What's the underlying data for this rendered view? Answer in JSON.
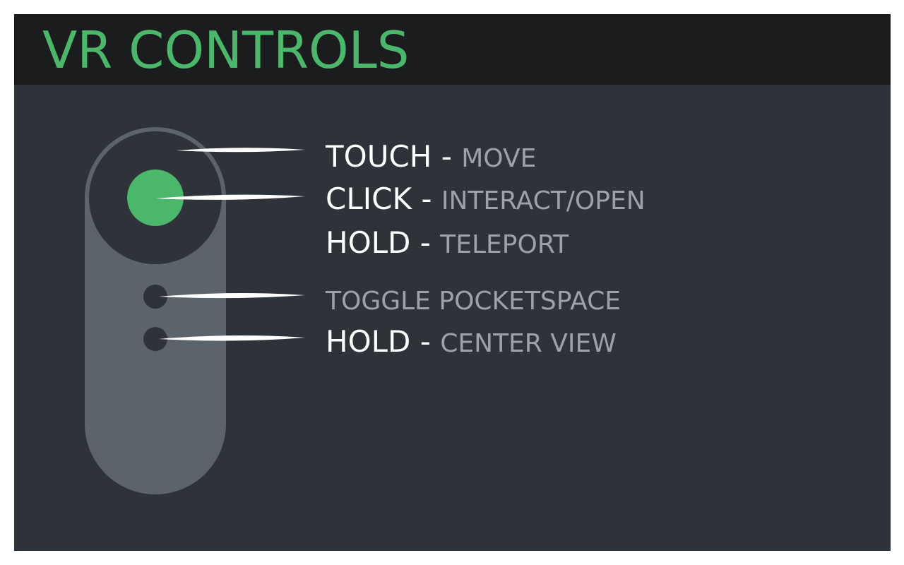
{
  "title": "VR CONTROLS",
  "colors": {
    "accent": "#4bb76a",
    "panel": "#2e3339",
    "header": "#1b1c1e",
    "controller_body": "#5b646a",
    "lead_text": "#ffffff",
    "desc_text": "#9da2a6"
  },
  "controls": [
    {
      "lead": "TOUCH - ",
      "desc": "MOVE"
    },
    {
      "lead": "CLICK - ",
      "desc": "INTERACT/OPEN"
    },
    {
      "lead": "HOLD - ",
      "desc": "TELEPORT"
    },
    {
      "lead": "",
      "desc": "TOGGLE POCKETSPACE"
    },
    {
      "lead": "HOLD - ",
      "desc": "CENTER VIEW"
    }
  ]
}
